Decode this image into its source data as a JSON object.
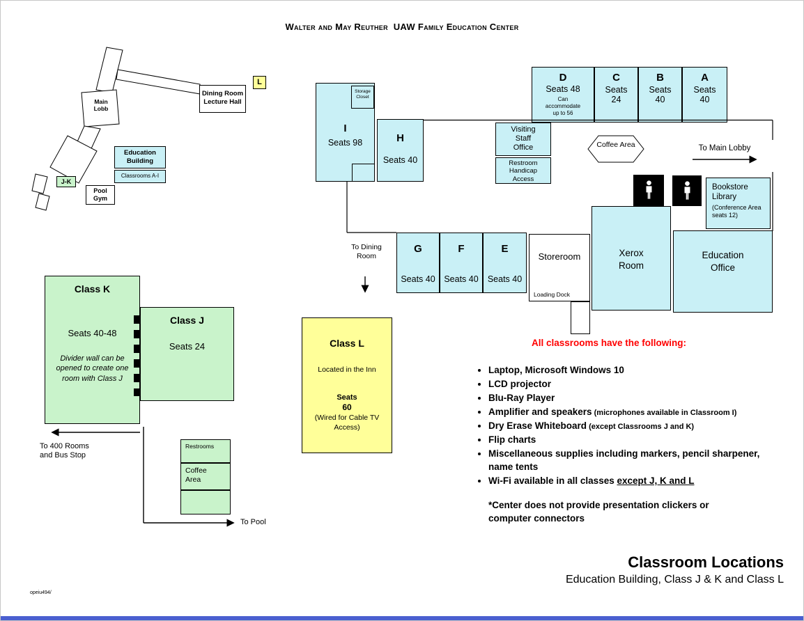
{
  "header": {
    "title": "Walter and May Reuther  UAW Family Education Center"
  },
  "mini_map": {
    "main_lobby": "Main Lobb",
    "dining_room": "Dining Room Lecture Hall",
    "l_marker": "L",
    "education_building_title": "Education Building",
    "education_building_sub": "Classrooms A-I",
    "jk_marker": "J-K",
    "pool_gym": "Pool Gym"
  },
  "floor_plan": {
    "storage_closet": "Storage Closet",
    "rooms": {
      "i": {
        "name": "I",
        "seats": "Seats 98"
      },
      "h": {
        "name": "H",
        "seats": "Seats 40"
      },
      "d": {
        "name": "D",
        "seats": "Seats 48",
        "note": "Can accommodate up to 56"
      },
      "c": {
        "name": "C",
        "seats": "Seats 24"
      },
      "b": {
        "name": "B",
        "seats": "Seats 40"
      },
      "a": {
        "name": "A",
        "seats": "Seats 40"
      },
      "g": {
        "name": "G",
        "seats": "Seats 40"
      },
      "f": {
        "name": "F",
        "seats": "Seats 40"
      },
      "e": {
        "name": "E",
        "seats": "Seats 40"
      }
    },
    "visiting_staff_office": "Visiting Staff Office",
    "restroom_handicap": "Restroom Handicap Access",
    "coffee_area": "Coffee Area",
    "to_main_lobby": "To Main Lobby",
    "bookstore_title": "Bookstore Library",
    "bookstore_note": "(Conference Area seats 12)",
    "storeroom": "Storeroom",
    "loading_dock": "Loading Dock",
    "xerox_room": "Xerox Room",
    "education_office": "Education Office",
    "to_dining_room": "To Dining Room"
  },
  "lower_left": {
    "class_k_title": "Class K",
    "class_k_seats": "Seats 40-48",
    "class_k_note": "Divider wall can be opened to create one room with Class J",
    "class_j_title": "Class J",
    "class_j_seats": "Seats 24",
    "to_400": "To 400 Rooms and Bus Stop",
    "restrooms": "Restrooms",
    "coffee_area": "Coffee Area",
    "to_pool": "To Pool"
  },
  "class_l": {
    "title": "Class L",
    "location": "Located in the Inn",
    "seats_label": "Seats",
    "seats_value": "60",
    "note": "(Wired for Cable TV Access)"
  },
  "amenities": {
    "heading": "All classrooms have the following:",
    "items": [
      {
        "main": "Laptop, Microsoft Windows 10",
        "small": "",
        "underline": ""
      },
      {
        "main": "LCD projector",
        "small": "",
        "underline": ""
      },
      {
        "main": "Blu-Ray Player",
        "small": "",
        "underline": ""
      },
      {
        "main": "Amplifier and speakers",
        "small": " (microphones available in Classroom I)",
        "underline": ""
      },
      {
        "main": "Dry Erase Whiteboard",
        "small": " (except Classrooms J and K)",
        "underline": ""
      },
      {
        "main": "Flip charts",
        "small": "",
        "underline": ""
      },
      {
        "main": "Miscellaneous supplies including markers, pencil sharpener, name tents",
        "small": "",
        "underline": ""
      },
      {
        "main": "Wi-Fi available in all classes ",
        "small": "",
        "underline": "except J, K and L"
      }
    ],
    "footnote": "*Center does not provide presentation clickers or computer connectors"
  },
  "footer": {
    "title": "Classroom Locations",
    "subtitle": "Education Building, Class J & K and Class L",
    "code": "opeiu494/"
  }
}
